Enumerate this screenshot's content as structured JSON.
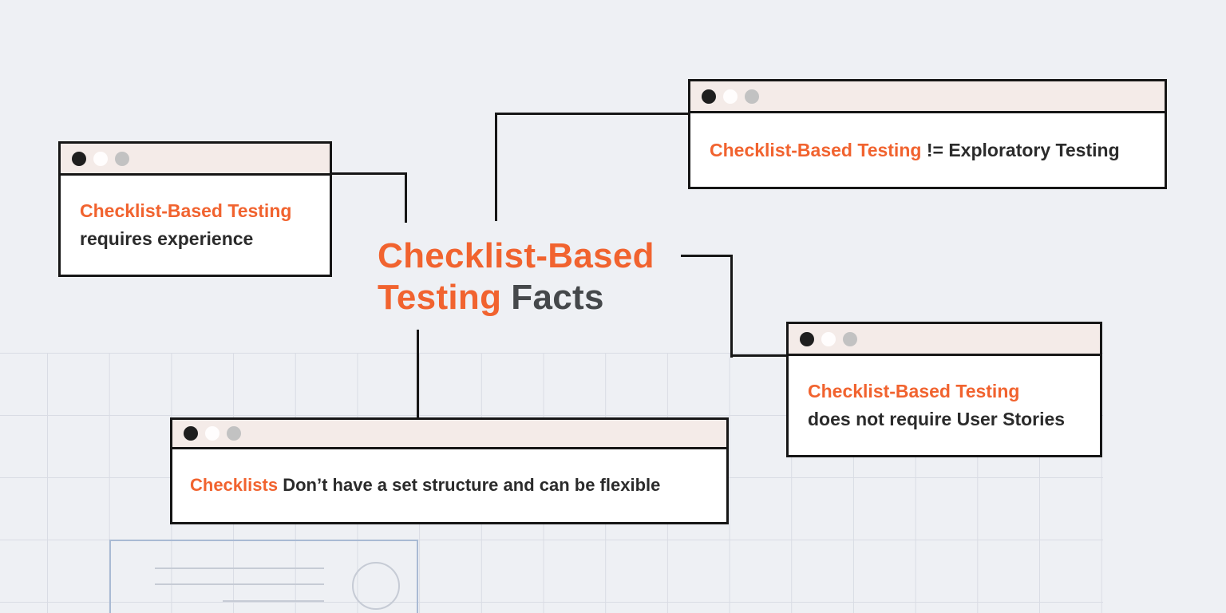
{
  "canvas": {
    "background_color": "#eef0f4",
    "grid_line_color": "#d9dce4",
    "connector_color": "#161616",
    "accent_orange": "#f1632f",
    "dark_text": "#2b2b2b"
  },
  "title": {
    "line1": "Checklist-Based",
    "line2_highlight": "Testing",
    "line2_rest": "Facts"
  },
  "cards": [
    {
      "highlight": "Checklist-Based Testing",
      "rest": "requires experience"
    },
    {
      "highlight": "Checklist-Based Testing",
      "rest": "!= Exploratory Testing"
    },
    {
      "highlight": "Checklist-Based Testing",
      "rest": "does not require User Stories"
    },
    {
      "highlight": "Checklists",
      "rest": "Don’t have a set structure and can be flexible"
    }
  ],
  "window_chrome": {
    "bar_color": "#f4ebe8",
    "dot_colors": [
      "#1e1e1e",
      "#fffdfd",
      "#c2c2c2"
    ]
  },
  "wireframe": {
    "border_color": "#a9bad4",
    "placeholder_color": "#c6cbd5"
  }
}
